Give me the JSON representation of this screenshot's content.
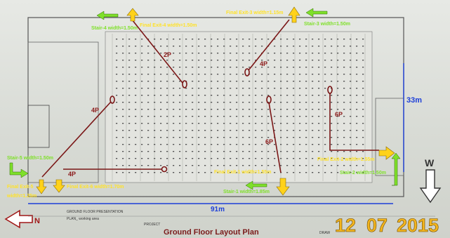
{
  "title": "Ground Floor Layout Plan",
  "date": {
    "day": "12",
    "month": "07",
    "year": "2015"
  },
  "dimensions": {
    "width_label": "91m",
    "height_label": "33m"
  },
  "compass": {
    "north": "N",
    "west": "W"
  },
  "exits": {
    "stair4": "Stair-4 width=1.50m",
    "final4": "Final Exit-4 width=1.50m",
    "final3": "Final Exit-3 width=1.15m",
    "stair3": "Stair-3 width=1.50m",
    "stair5": "Stair-5 width=1.50m",
    "final5a": "Final Exit-5",
    "final5b": "width=1.25m",
    "final6": "Final Exit-6 width=1.70m",
    "final1": "Final Exit-1 width=1.55m",
    "stair1": "Stair-1 width=1.85m",
    "final2": "Final Exit-2 width=1.55m",
    "stair2": "Stair-2 width=1.50m"
  },
  "paths": {
    "p2": "2P",
    "p4a": "4P",
    "p4b": "4P",
    "p4c": "4P",
    "p6a": "6P",
    "p6b": "6P"
  },
  "drawing": {
    "pres_title": "GROUND FLOOR PRESENTATION",
    "pres_sub": "PLAN_ working area",
    "project": "PROJECT",
    "draw": "DRAW"
  }
}
